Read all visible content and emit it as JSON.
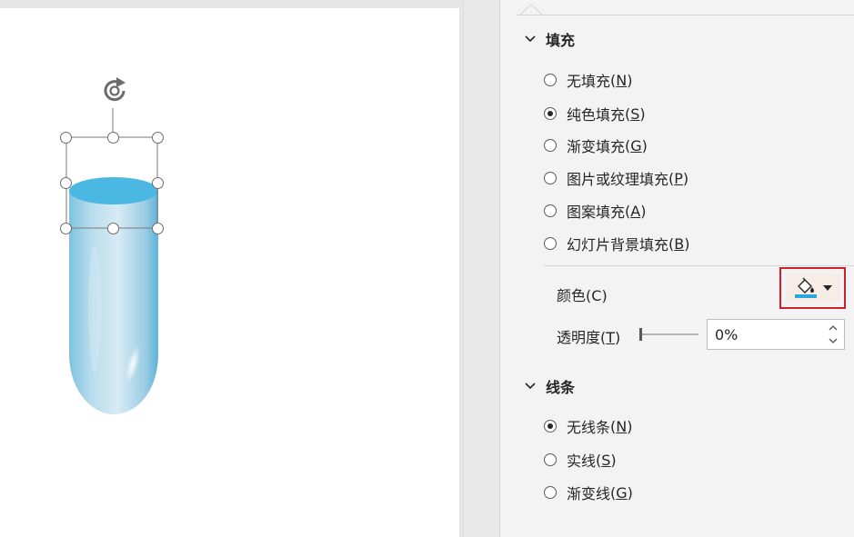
{
  "fill_section": {
    "title": "填充",
    "options": [
      {
        "label": "无填充",
        "key": "N",
        "checked": false
      },
      {
        "label": "纯色填充",
        "key": "S",
        "checked": true
      },
      {
        "label": "渐变填充",
        "key": "G",
        "checked": false
      },
      {
        "label": "图片或纹理填充",
        "key": "P",
        "checked": false
      },
      {
        "label": "图案填充",
        "key": "A",
        "checked": false
      },
      {
        "label": "幻灯片背景填充",
        "key": "B",
        "checked": false
      }
    ],
    "color_label": "颜色",
    "color_key": "C",
    "transparency_label": "透明度",
    "transparency_key": "T",
    "transparency_value": "0%",
    "transparency_fraction": 0
  },
  "line_section": {
    "title": "线条",
    "options": [
      {
        "label": "无线条",
        "key": "N",
        "checked": true
      },
      {
        "label": "实线",
        "key": "S",
        "checked": false
      },
      {
        "label": "渐变线",
        "key": "G",
        "checked": false
      }
    ]
  },
  "colors": {
    "fill_swatch": "#2aa6e0",
    "highlight_border": "#d0202a",
    "shape_body": "#9fd4ea",
    "shape_top": "#4bb8e4"
  },
  "icons": {
    "rotate_handle": "rotate-icon",
    "paint_bucket": "paint-bucket-icon",
    "section_toggle": "chevron-down-icon"
  }
}
